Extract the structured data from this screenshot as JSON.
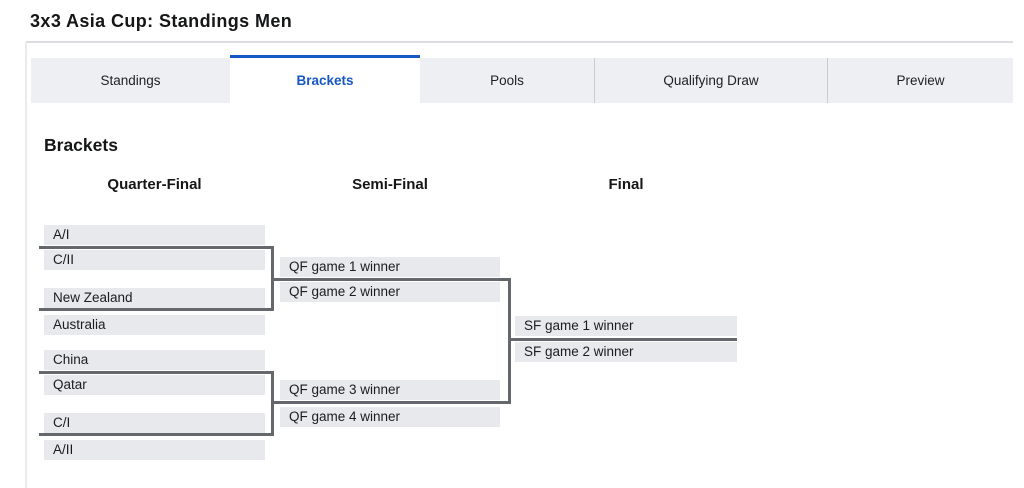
{
  "page": {
    "title": "3x3 Asia Cup: Standings Men"
  },
  "tabs": [
    {
      "label": "Standings",
      "active": false
    },
    {
      "label": "Brackets",
      "active": true
    },
    {
      "label": "Pools",
      "active": false
    },
    {
      "label": "Qualifying Draw",
      "active": false
    },
    {
      "label": "Preview",
      "active": false
    }
  ],
  "section": {
    "heading": "Brackets"
  },
  "bracket": {
    "columns": {
      "quarter_final": "Quarter-Final",
      "semi_final": "Semi-Final",
      "final": "Final"
    },
    "quarter_final_slots": [
      "A/I",
      "C/II",
      "New Zealand",
      "Australia",
      "China",
      "Qatar",
      "C/I",
      "A/II"
    ],
    "semi_final_slots": [
      "QF game 1 winner",
      "QF game 2 winner",
      "QF game 3 winner",
      "QF game 4 winner"
    ],
    "final_slots": [
      "SF game 1 winner",
      "SF game 2 winner"
    ]
  },
  "colors": {
    "accent_blue": "#1657c4",
    "tab_inactive_bg": "#edeff2",
    "slot_bg": "#e8e9ec",
    "connector": "#64676b"
  }
}
